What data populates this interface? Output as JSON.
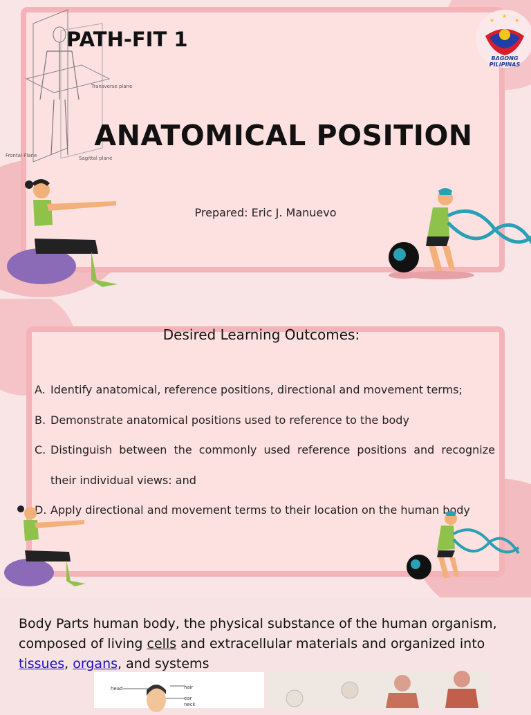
{
  "slide1": {
    "course": "PATH-FIT 1",
    "title": "ANATOMICAL POSITION",
    "prepared": "Prepared: Eric J. Manuevo",
    "diagram_labels": {
      "transverse": "Transverse plane",
      "frontal": "Frontal Plane",
      "sagittal": "Sagittal plane"
    },
    "logo_text": "BAGONG PILIPINAS"
  },
  "slide2": {
    "heading": "Desired Learning Outcomes:",
    "outcomes": [
      {
        "letter": "A.",
        "text": "Identify anatomical, reference positions, directional and movement terms;"
      },
      {
        "letter": "B.",
        "text": "Demonstrate anatomical positions used to reference to the body"
      },
      {
        "letter": "C.",
        "text": "Distinguish between the commonly used reference positions and recognize their individual views: and"
      },
      {
        "letter": "D.",
        "text": "Apply directional and movement terms to their location on the human body"
      }
    ]
  },
  "body_text": {
    "part1": "Body Parts human body, the physical substance of the human organism, composed of living ",
    "link_cells": "cells",
    "part2": " and extracellular materials and organized into ",
    "link_tissues": "tissues",
    "part3": ", ",
    "link_organs": "organs",
    "part4": ", and systems"
  },
  "thumb_labels": {
    "head": "head",
    "hair": "hair",
    "ear": "ear",
    "neck": "neck"
  },
  "colors": {
    "frame": "#f3b3b8",
    "frame_fill": "#fde0e0",
    "link": "#1a0dcc",
    "ball": "#8b6bb8",
    "teal": "#2aa0b5"
  }
}
